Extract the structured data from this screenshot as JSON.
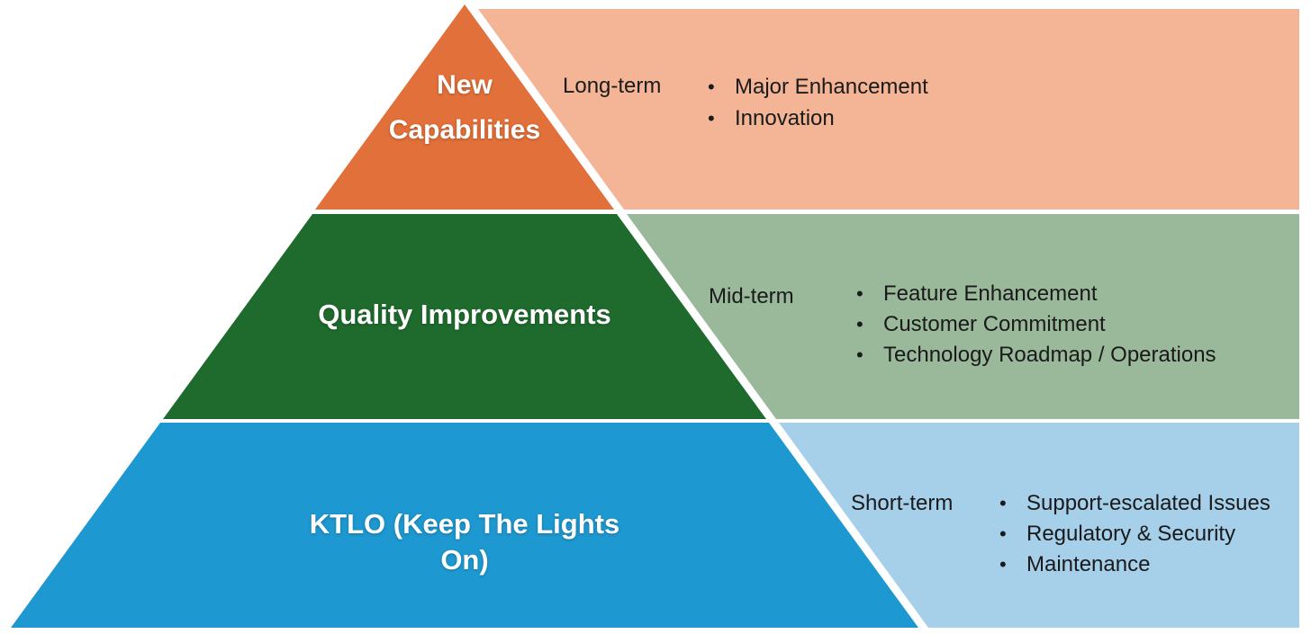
{
  "colors": {
    "background": "#ffffff",
    "tier1_fill": "#e2703a",
    "tier1_band_fill": "#f4b596",
    "tier2_fill": "#1f6b2d",
    "tier2_band_fill": "#9ab89a",
    "tier3_fill": "#1e98d0",
    "tier3_band_fill": "#a6cfea",
    "tier_label_text": "#ffffff",
    "body_text": "#1a1a1a"
  },
  "ui": {
    "bullet_glyph": "•"
  },
  "tiers": [
    {
      "label": "New Capabilities",
      "label_lines": [
        "New",
        "Capabilities"
      ],
      "term": "Long-term",
      "bullets": [
        "Major Enhancement",
        "Innovation"
      ]
    },
    {
      "label": "Quality Improvements",
      "label_lines": [
        "Quality Improvements"
      ],
      "term": "Mid-term",
      "bullets": [
        "Feature Enhancement",
        "Customer Commitment",
        "Technology Roadmap / Operations"
      ]
    },
    {
      "label": "KTLO (Keep The Lights On)",
      "label_lines": [
        "KTLO (Keep The Lights On)"
      ],
      "term": "Short-term",
      "bullets": [
        "Support-escalated Issues",
        "Regulatory & Security",
        "Maintenance"
      ]
    }
  ]
}
